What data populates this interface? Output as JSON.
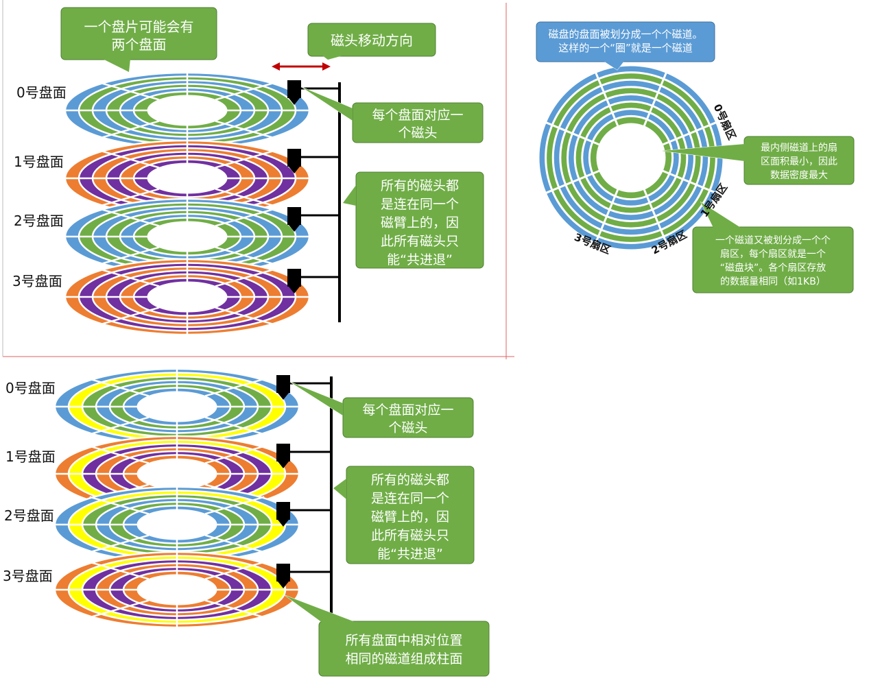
{
  "colors": {
    "blue": "#5b9bd5",
    "green": "#70ad47",
    "orange": "#ed7d31",
    "purple": "#7030a0",
    "yellow": "#ffff00",
    "callout_green": "#70ad47",
    "callout_blue": "#5b9bd5",
    "arrow_red": "#c00000",
    "divider_red": "#e06060"
  },
  "top_stack": {
    "callout_platter": [
      "一个盘片可能会有",
      "两个盘面"
    ],
    "callout_move": "磁头移动方向",
    "callout_head": [
      "每个盘面对应一",
      "个磁头"
    ],
    "callout_arm": [
      "所有的磁头都",
      "是连在同一个",
      "磁臂上的，因",
      "此所有磁头只",
      "能“共进退”"
    ],
    "surface_labels": [
      "0号盘面",
      "1号盘面",
      "2号盘面",
      "3号盘面"
    ]
  },
  "single_disk": {
    "callout_track": [
      "磁盘的盘面被划分成一个个磁道。",
      "这样的一个“圈”就是一个磁道"
    ],
    "callout_inner": [
      "最内侧磁道上的扇",
      "区面积最小，因此",
      "数据密度最大"
    ],
    "callout_sector": [
      "一个磁道又被划分成一个个",
      "扇区，每个扇区就是一个",
      "“磁盘块”。各个扇区存放",
      "的数据量相同（如1KB）"
    ],
    "sector_labels": [
      "0号扇区",
      "1号扇区",
      "2号扇区",
      "3号扇区"
    ]
  },
  "bottom_stack": {
    "callout_head": [
      "每个盘面对应一",
      "个磁头"
    ],
    "callout_arm": [
      "所有的磁头都",
      "是连在同一个",
      "磁臂上的，因",
      "此所有磁头只",
      "能“共进退”"
    ],
    "callout_cylinder": [
      "所有盘面中相对位置",
      "相同的磁道组成柱面"
    ],
    "surface_labels": [
      "0号盘面",
      "1号盘面",
      "2号盘面",
      "3号盘面"
    ]
  }
}
